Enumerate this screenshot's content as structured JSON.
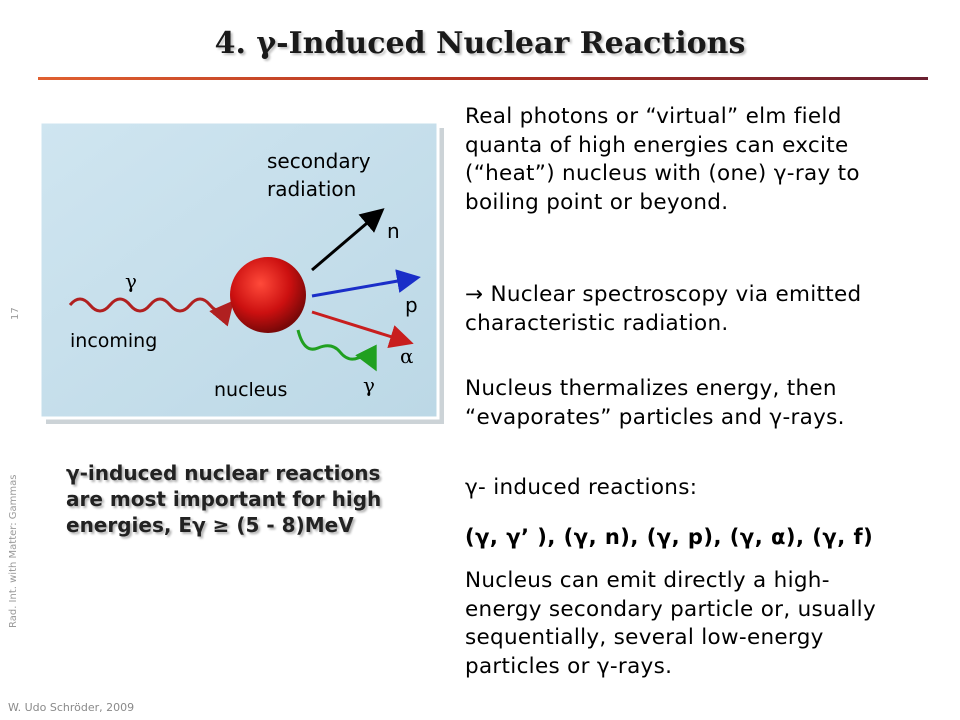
{
  "title": "4.  γ-Induced Nuclear Reactions",
  "sidebar": {
    "vertical_text": "Rad. Int. with Matter: Gammas",
    "page_number": "17",
    "author": "W. Udo Schröder, 2009"
  },
  "diagram": {
    "secondary_radiation_line1": "secondary",
    "secondary_radiation_line2": "radiation",
    "incoming_label": "incoming",
    "gamma_in_label": "γ",
    "nucleus_label": "nucleus",
    "n_label": "n",
    "p_label": "p",
    "alpha_label": "α",
    "gamma_out_label": "γ",
    "colors": {
      "background": "#c6dfeb",
      "nucleus": "#cc1010",
      "incoming_wave": "#b02020",
      "n_arrow": "#000000",
      "p_arrow": "#1a2ec8",
      "alpha_arrow": "#c81e1e",
      "gamma_out_wave": "#20a020"
    }
  },
  "note": {
    "line1": "γ-induced nuclear reactions",
    "line2": "are most important for high",
    "line3": "energies, Eγ ≥ (5 - 8)MeV"
  },
  "right": {
    "p1_lines": [
      "Real photons or “virtual” elm field",
      "quanta of high energies can excite",
      "(“heat”) nucleus with (one) γ-ray to",
      "boiling point or beyond."
    ],
    "p2_lines": [
      "→  Nuclear spectroscopy via emitted",
      "characteristic radiation."
    ],
    "p3_lines": [
      "Nucleus thermalizes energy, then",
      "“evaporates” particles and γ-rays."
    ],
    "p4": "γ- induced reactions:",
    "reactions": "(γ,  γ’ ),  (γ, n),  (γ, p),  (γ,  α),  (γ,  f)",
    "p5_lines": [
      "Nucleus can emit directly a high-",
      "energy secondary particle or, usually",
      "sequentially, several low-energy",
      "particles or γ-rays."
    ]
  }
}
